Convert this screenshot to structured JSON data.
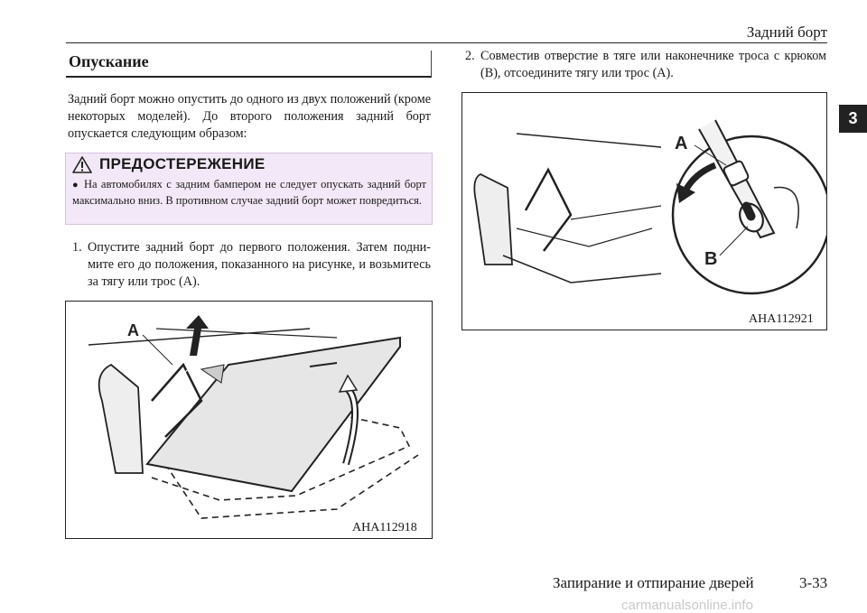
{
  "header": {
    "title": "Задний борт"
  },
  "chapter_tab": "3",
  "section": {
    "title": "Опускание"
  },
  "intro": "Задний борт можно опустить до одного из двух положений (кроме некоторых моделей). До второго положения задний борт опускается следующим образом:",
  "warning": {
    "heading": "ПРЕДОСТЕРЕЖЕНИЕ",
    "bullet": "●",
    "text": "На автомобилях с задним бампером не следует опускать задний борт максимально вниз. В противном случае задний борт может повредиться."
  },
  "steps": [
    {
      "num": "1.",
      "text": "Опустите задний борт до первого положения. Затем подни- мите его до положения, показанного на рисунке, и возьмитесь за тягу или трос (A)."
    },
    {
      "num": "2.",
      "text": "Совместив отверстие в тяге или наконечнике троса с крюком (B), отсоедините тягу или трос (A)."
    }
  ],
  "figures": [
    {
      "code": "AHA112918",
      "labels": [
        "A"
      ]
    },
    {
      "code": "AHA112921",
      "labels": [
        "A",
        "B"
      ]
    }
  ],
  "footer": {
    "section": "Запирание и отпирание дверей",
    "page": "3-33"
  },
  "watermark": "carmanualsonline.info"
}
